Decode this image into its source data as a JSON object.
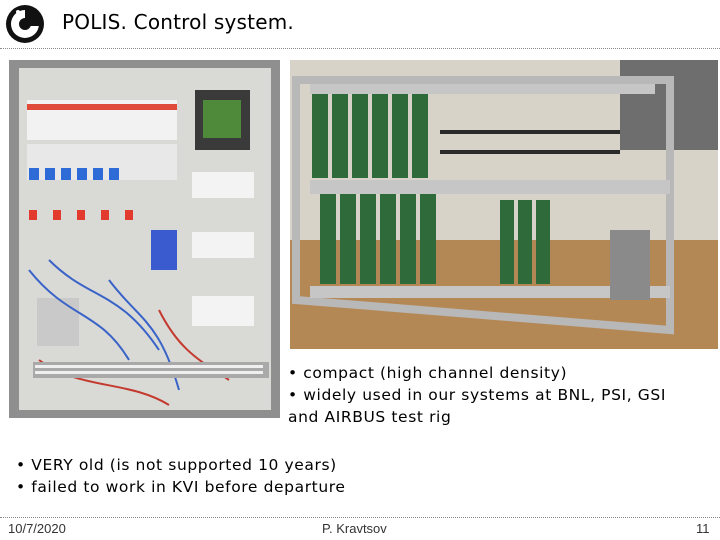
{
  "slide": {
    "title": "POLIS. Control system."
  },
  "photos": {
    "left_alt": "Control cabinet wiring",
    "right_alt": "Crate with electronic boards"
  },
  "bullets_right": [
    "• compact (high channel density)",
    "• widely used in our systems at BNL, PSI, GSI",
    "and AIRBUS test rig"
  ],
  "bullets_bottom": [
    "• VERY old (is not supported 10 years)",
    "• failed to work in KVI before departure"
  ],
  "footer": {
    "date": "10/7/2020",
    "author": "P. Kravtsov",
    "page": "11"
  },
  "colors": {
    "board_green": "#2f6b3a",
    "rack_silver": "#b8b8b8",
    "cabinet_gray": "#9a9a9a"
  }
}
